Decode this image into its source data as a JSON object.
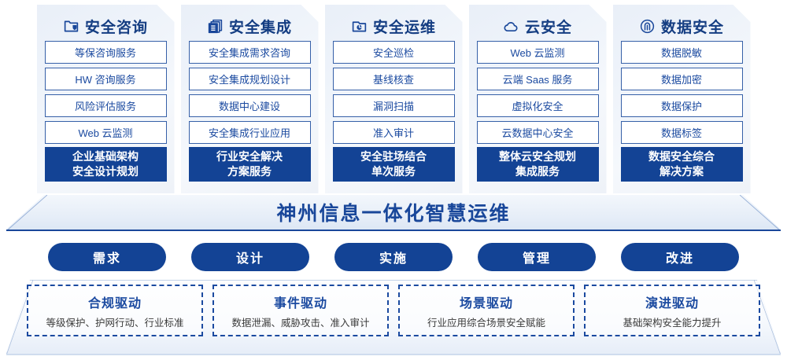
{
  "columns": [
    {
      "icon": "folder-shield-icon",
      "title": "安全咨询",
      "items": [
        "等保咨询服务",
        "HW 咨询服务",
        "风险评估服务",
        "Web 云监测"
      ],
      "highlight": [
        "企业基础架构",
        "安全设计规划"
      ]
    },
    {
      "icon": "stacked-documents-icon",
      "title": "安全集成",
      "items": [
        "安全集成需求咨询",
        "安全集成规划设计",
        "数据中心建设",
        "安全集成行业应用"
      ],
      "highlight": [
        "行业安全解决",
        "方案服务"
      ]
    },
    {
      "icon": "monitor-chart-icon",
      "title": "安全运维",
      "items": [
        "安全巡检",
        "基线核查",
        "漏洞扫描",
        "准入审计"
      ],
      "highlight": [
        "安全驻场结合",
        "单次服务"
      ]
    },
    {
      "icon": "cloud-icon",
      "title": "云安全",
      "items": [
        "Web 云监测",
        "云端 Saas 服务",
        "虚拟化安全",
        "云数据中心安全"
      ],
      "highlight": [
        "整体云安全规划",
        "集成服务"
      ]
    },
    {
      "icon": "fingerprint-icon",
      "title": "数据安全",
      "items": [
        "数据脱敏",
        "数据加密",
        "数据保护",
        "数据标签"
      ],
      "highlight": [
        "数据安全综合",
        "解决方案"
      ]
    }
  ],
  "banner": {
    "title": "神州信息一体化智慧运维"
  },
  "stages": [
    {
      "label": "需求"
    },
    {
      "label": "设计"
    },
    {
      "label": "实施"
    },
    {
      "label": "管理"
    },
    {
      "label": "改进"
    }
  ],
  "drivers": [
    {
      "title": "合规驱动",
      "subtitle": "等级保护、护网行动、行业标准"
    },
    {
      "title": "事件驱动",
      "subtitle": "数据泄漏、威胁攻击、准入审计"
    },
    {
      "title": "场景驱动",
      "subtitle": "行业应用综合场景安全赋能"
    },
    {
      "title": "演进驱动",
      "subtitle": "基础架构安全能力提升"
    }
  ],
  "colors": {
    "brand_blue": "#134395",
    "title_blue": "#19479a",
    "item_text": "#1b4aa0",
    "card_bg": "#eef3fa"
  }
}
